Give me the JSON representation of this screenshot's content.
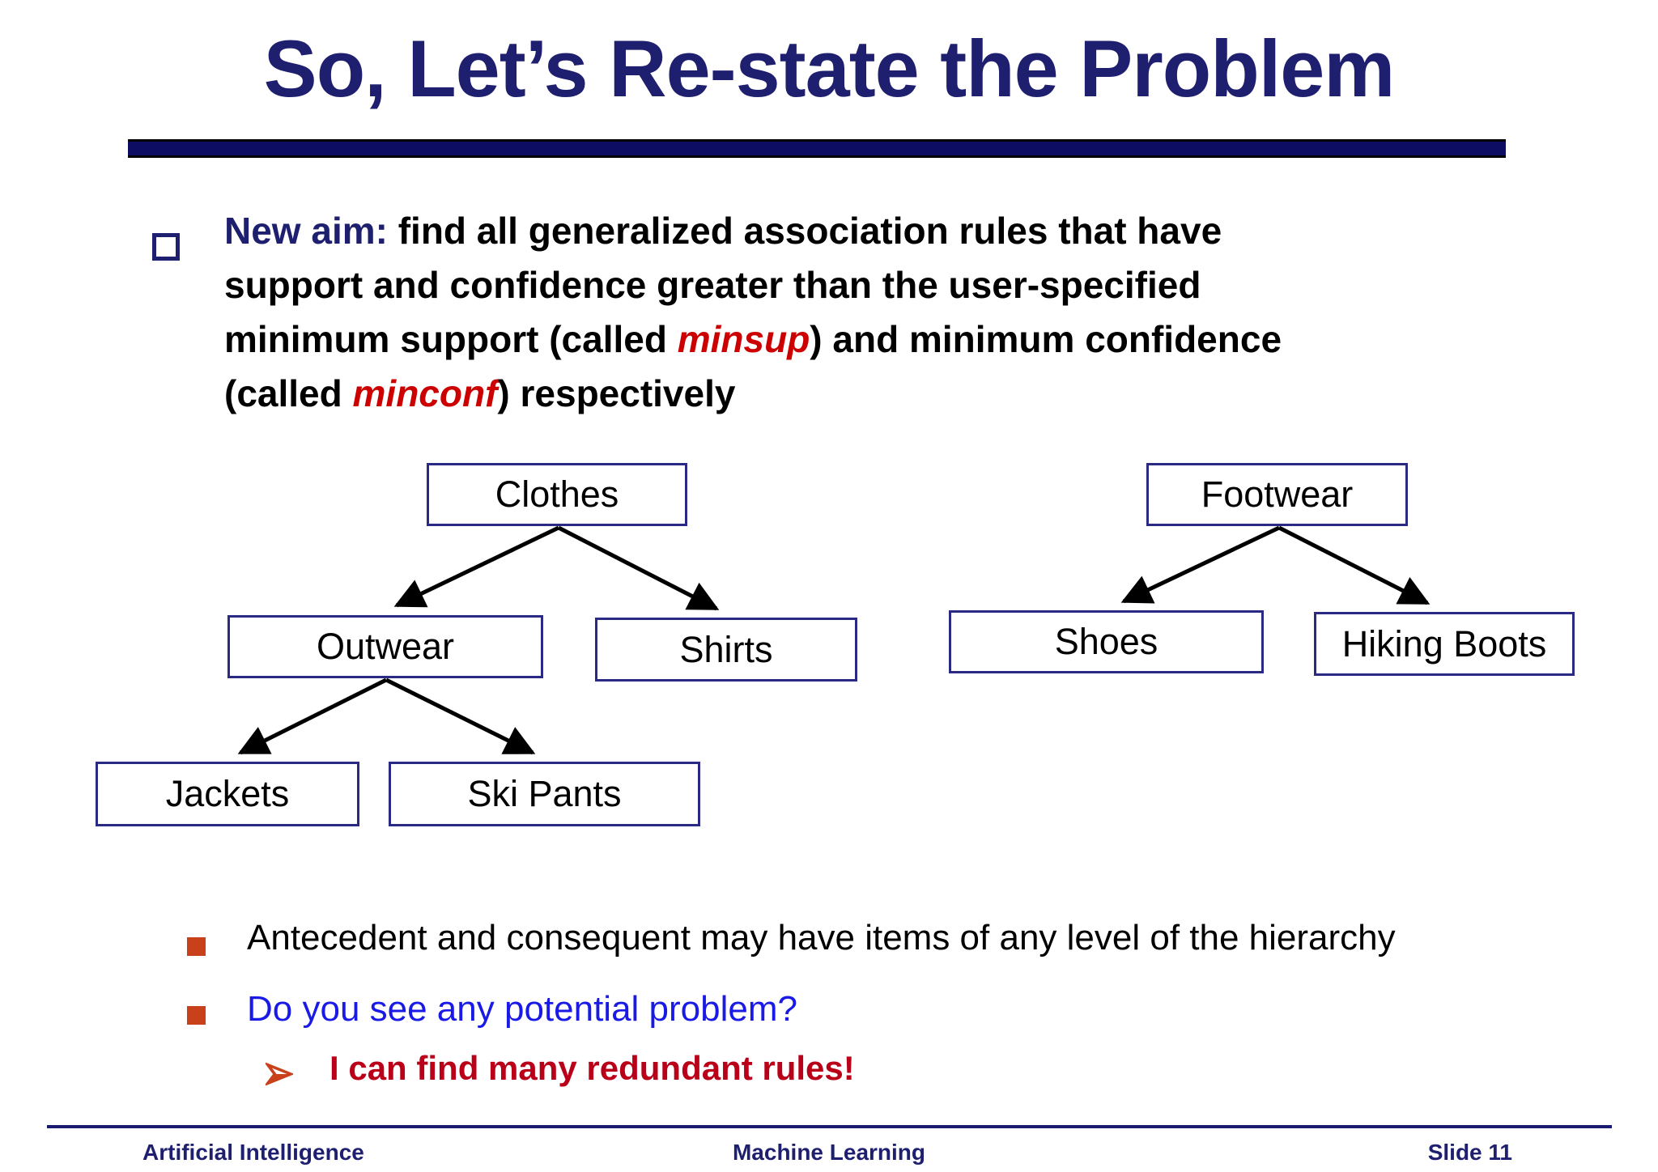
{
  "slide": {
    "title": "So, Let’s Re-state the Problem",
    "aim": {
      "l1a": "New aim: ",
      "l1b": "find all generalized association rules that have",
      "l2": "support and confidence greater than the user-specified",
      "l3a": "minimum support (called ",
      "l3b": "minsup",
      "l3c": ") and minimum confidence",
      "l4a": "(called ",
      "l4b": "minconf",
      "l4c": ") respectively"
    },
    "hierarchy": {
      "clothes": "Clothes",
      "outwear": "Outwear",
      "shirts": "Shirts",
      "jackets": "Jackets",
      "skipants": "Ski Pants",
      "footwear": "Footwear",
      "shoes": "Shoes",
      "hiking": "Hiking Boots"
    },
    "bullets": {
      "b1": "Antecedent and consequent may have items of any level of the hierarchy",
      "b2": "Do you see any potential problem?",
      "b3": "I can find many redundant rules!"
    },
    "footer": {
      "left": "Artificial Intelligence",
      "center": "Machine Learning",
      "right": "Slide 11"
    },
    "colors": {
      "title_navy": "#1f1f70",
      "rule_navy": "#0d0d63",
      "box_border_navy": "#2a2a85",
      "keyword_red": "#cc0000",
      "question_blue": "#1a1ae6",
      "answer_dark_red": "#ba0018",
      "bullet_orange": "#c8411a",
      "text_black": "#000000"
    }
  }
}
